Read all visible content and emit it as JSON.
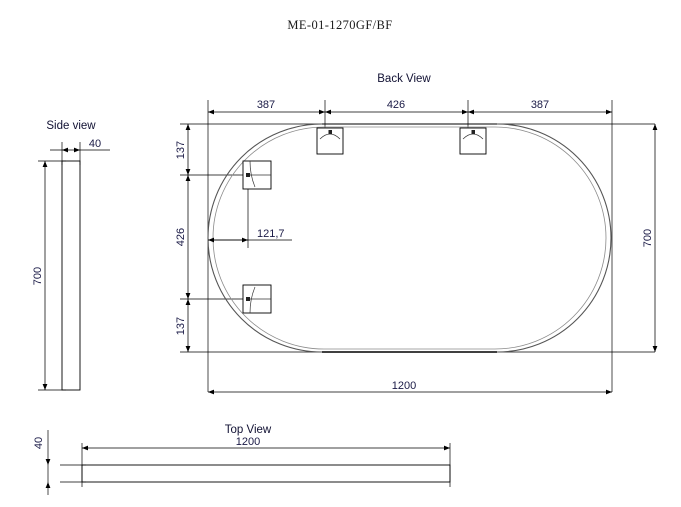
{
  "document": {
    "title": "ME-01-1270GF/BF"
  },
  "views": {
    "back": {
      "label": "Back View",
      "dimensions": {
        "top_left": "387",
        "top_center": "426",
        "top_right": "387",
        "left_top": "137",
        "left_center": "426",
        "left_bottom": "137",
        "bracket_offset": "121,7",
        "right_height": "700",
        "bottom_width": "1200"
      }
    },
    "side": {
      "label": "Side view",
      "dimensions": {
        "thickness": "40",
        "height": "700"
      }
    },
    "top": {
      "label": "Top View",
      "dimensions": {
        "width": "1200",
        "thickness": "40"
      }
    }
  },
  "colors": {
    "line": "#000000",
    "dimension_text": "#1a1a46",
    "mirror_edge": "#555555",
    "background": "#ffffff"
  }
}
